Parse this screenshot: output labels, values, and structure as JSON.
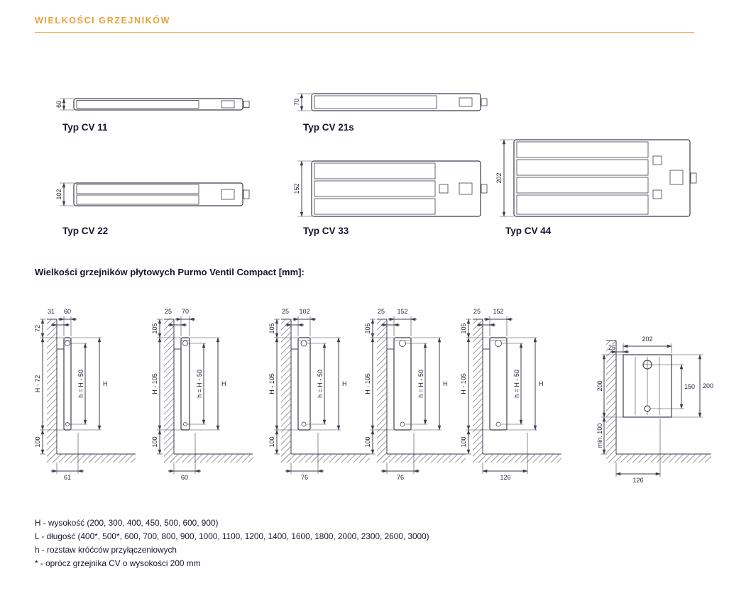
{
  "header": {
    "title": "WIELKOŚCI GRZEJNIKÓW"
  },
  "section": {
    "label": "Wielkości grzejników płytowych Purmo Ventil Compact [mm]:"
  },
  "top_views": [
    {
      "label": "Typ CV 11",
      "depth": "60"
    },
    {
      "label": "Typ CV 21s",
      "depth": "70"
    },
    {
      "label": "Typ CV 22",
      "depth": "102"
    },
    {
      "label": "Typ CV 33",
      "depth": "152"
    },
    {
      "label": "Typ CV 44",
      "depth": "202"
    }
  ],
  "side_views": [
    {
      "depth": "60",
      "wall_gap": "31",
      "top_margin": "72",
      "body_span": "H - 72",
      "floor_clearance": "100",
      "connection_offset": "61",
      "pipe_spacing": "h = H - 50",
      "height": "H"
    },
    {
      "depth": "70",
      "wall_gap": "25",
      "top_margin": "105",
      "body_span": "H - 105",
      "floor_clearance": "100",
      "connection_offset": "60",
      "pipe_spacing": "h = H - 50",
      "height": "H"
    },
    {
      "depth": "102",
      "wall_gap": "25",
      "top_margin": "105",
      "body_span": "H - 105",
      "floor_clearance": "100",
      "connection_offset": "76",
      "pipe_spacing": "h = H - 50",
      "height": "H"
    },
    {
      "depth": "152",
      "wall_gap": "25",
      "top_margin": "105",
      "body_span": "H - 105",
      "floor_clearance": "100",
      "connection_offset": "76",
      "pipe_spacing": "h = H - 50",
      "height": "H"
    },
    {
      "depth": "152",
      "wall_gap": "25",
      "top_margin": "105",
      "body_span": "H - 105",
      "floor_clearance": "100",
      "connection_offset": "126",
      "pipe_spacing": "h = H - 50",
      "height": "H"
    }
  ],
  "detail_view": {
    "depth": "202",
    "wall_gap": "25",
    "inner_height": "150",
    "outer_height": "200",
    "left_height": "200",
    "min_clearance": "min. 100",
    "connection_offset": "126"
  },
  "legend": {
    "lines": [
      "H - wysokość (200, 300, 400, 450, 500, 600, 900)",
      "L - długość (400*, 500*, 600, 700, 800, 900, 1000, 1100, 1200, 1400, 1600, 1800, 2000, 2300, 2600, 3000)",
      "h - rozstaw króćców przyłączeniowych",
      "* - oprócz grzejnika CV o wysokości 200 mm"
    ]
  },
  "colors": {
    "accent": "#E8A13C",
    "text": "#15152C",
    "line": "#3C3C50"
  }
}
